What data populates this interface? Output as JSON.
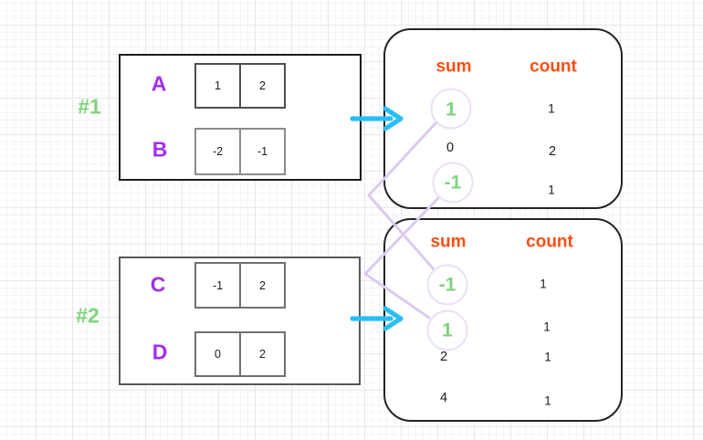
{
  "groups": [
    {
      "label": "#1",
      "arrays": [
        {
          "name": "A",
          "values": [
            "1",
            "2"
          ]
        },
        {
          "name": "B",
          "values": [
            "-2",
            "-1"
          ]
        }
      ],
      "table": {
        "sum_header": "sum",
        "count_header": "count",
        "rows": [
          {
            "sum": "1",
            "count": "1",
            "highlighted": true
          },
          {
            "sum": "0",
            "count": "2",
            "highlighted": false
          },
          {
            "sum": "-1",
            "count": "1",
            "highlighted": true
          }
        ]
      }
    },
    {
      "label": "#2",
      "arrays": [
        {
          "name": "C",
          "values": [
            "-1",
            "2"
          ]
        },
        {
          "name": "D",
          "values": [
            "0",
            "2"
          ]
        }
      ],
      "table": {
        "sum_header": "sum",
        "count_header": "count",
        "rows": [
          {
            "sum": "-1",
            "count": "1",
            "highlighted": true
          },
          {
            "sum": "1",
            "count": "1",
            "highlighted": true
          },
          {
            "sum": "2",
            "count": "1",
            "highlighted": false
          },
          {
            "sum": "4",
            "count": "1",
            "highlighted": false
          }
        ]
      }
    }
  ],
  "connections": [
    {
      "from": "#1 sum 1",
      "to": "#2 sum -1"
    },
    {
      "from": "#1 sum -1",
      "to": "#2 sum 1"
    }
  ],
  "colors": {
    "accent_purple": "#a12df2",
    "accent_green": "#7ed47b",
    "accent_orange": "#ff4e14",
    "arrow_blue": "#2abdf3",
    "connector_lavender": "#dccaef",
    "circle_stroke": "#ecdff7"
  }
}
